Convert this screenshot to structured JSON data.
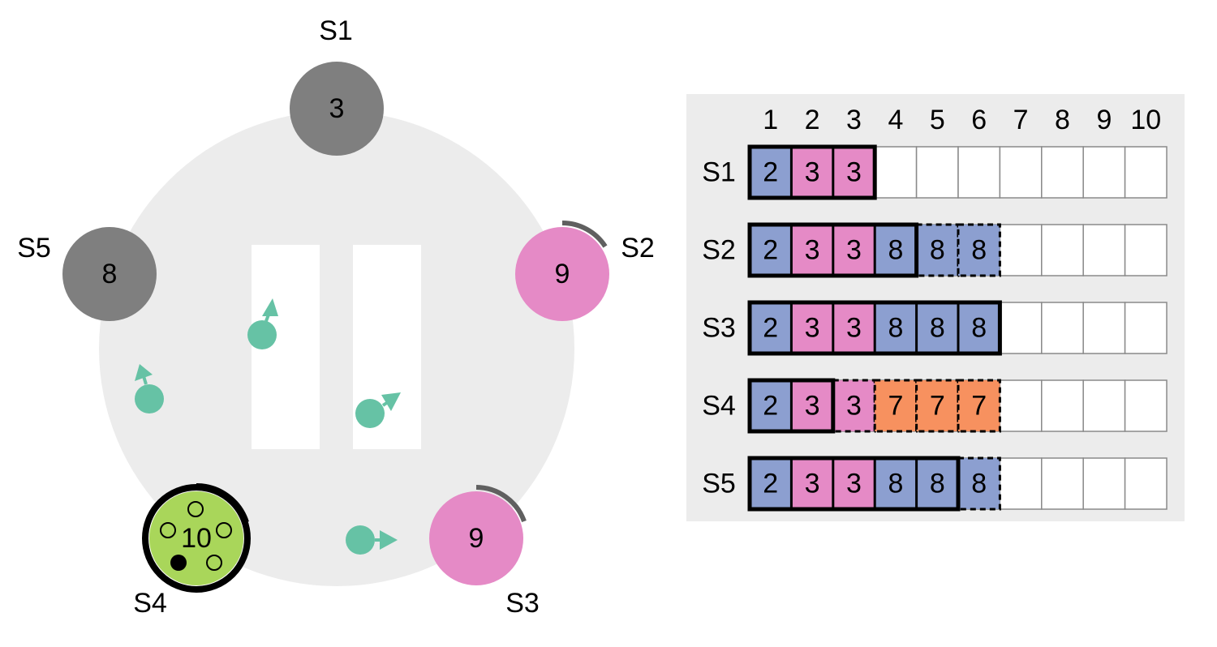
{
  "servers": [
    {
      "id": "S1",
      "label": "S1",
      "term": "3",
      "state": "down",
      "color": "#7f7f7f"
    },
    {
      "id": "S2",
      "label": "S2",
      "term": "9",
      "state": "candidate",
      "color": "#e58ac6"
    },
    {
      "id": "S3",
      "label": "S3",
      "term": "9",
      "state": "candidate",
      "color": "#e58ac6"
    },
    {
      "id": "S4",
      "label": "S4",
      "term": "10",
      "state": "leader",
      "color": "#a9d65a"
    },
    {
      "id": "S5",
      "label": "S5",
      "term": "8",
      "state": "down",
      "color": "#7f7f7f"
    }
  ],
  "log": {
    "index_labels": [
      "1",
      "2",
      "3",
      "4",
      "5",
      "6",
      "7",
      "8",
      "9",
      "10"
    ],
    "rows": [
      {
        "server": "S1",
        "entries": [
          {
            "term": "2",
            "color": "#8c9fd0",
            "committed": true
          },
          {
            "term": "3",
            "color": "#e58ac6",
            "committed": true
          },
          {
            "term": "3",
            "color": "#e58ac6",
            "committed": true
          }
        ]
      },
      {
        "server": "S2",
        "entries": [
          {
            "term": "2",
            "color": "#8c9fd0",
            "committed": true
          },
          {
            "term": "3",
            "color": "#e58ac6",
            "committed": true
          },
          {
            "term": "3",
            "color": "#e58ac6",
            "committed": true
          },
          {
            "term": "8",
            "color": "#8c9fd0",
            "committed": true
          },
          {
            "term": "8",
            "color": "#8c9fd0",
            "committed": false
          },
          {
            "term": "8",
            "color": "#8c9fd0",
            "committed": false
          }
        ]
      },
      {
        "server": "S3",
        "entries": [
          {
            "term": "2",
            "color": "#8c9fd0",
            "committed": true
          },
          {
            "term": "3",
            "color": "#e58ac6",
            "committed": true
          },
          {
            "term": "3",
            "color": "#e58ac6",
            "committed": true
          },
          {
            "term": "8",
            "color": "#8c9fd0",
            "committed": true
          },
          {
            "term": "8",
            "color": "#8c9fd0",
            "committed": true
          },
          {
            "term": "8",
            "color": "#8c9fd0",
            "committed": true
          }
        ]
      },
      {
        "server": "S4",
        "entries": [
          {
            "term": "2",
            "color": "#8c9fd0",
            "committed": true
          },
          {
            "term": "3",
            "color": "#e58ac6",
            "committed": true
          },
          {
            "term": "3",
            "color": "#e58ac6",
            "committed": false
          },
          {
            "term": "7",
            "color": "#f7915f",
            "committed": false
          },
          {
            "term": "7",
            "color": "#f7915f",
            "committed": false
          },
          {
            "term": "7",
            "color": "#f7915f",
            "committed": false
          }
        ]
      },
      {
        "server": "S5",
        "entries": [
          {
            "term": "2",
            "color": "#8c9fd0",
            "committed": true
          },
          {
            "term": "3",
            "color": "#e58ac6",
            "committed": true
          },
          {
            "term": "3",
            "color": "#e58ac6",
            "committed": true
          },
          {
            "term": "8",
            "color": "#8c9fd0",
            "committed": true
          },
          {
            "term": "8",
            "color": "#8c9fd0",
            "committed": true
          },
          {
            "term": "8",
            "color": "#8c9fd0",
            "committed": false
          }
        ]
      }
    ]
  },
  "colors": {
    "ring": "#ececec",
    "message": "#66c2a5",
    "timer_arc": "#606060",
    "leader_ring": "#000000",
    "empty_cell_border": "#8a8a8a",
    "panel_bg": "#ececec"
  }
}
